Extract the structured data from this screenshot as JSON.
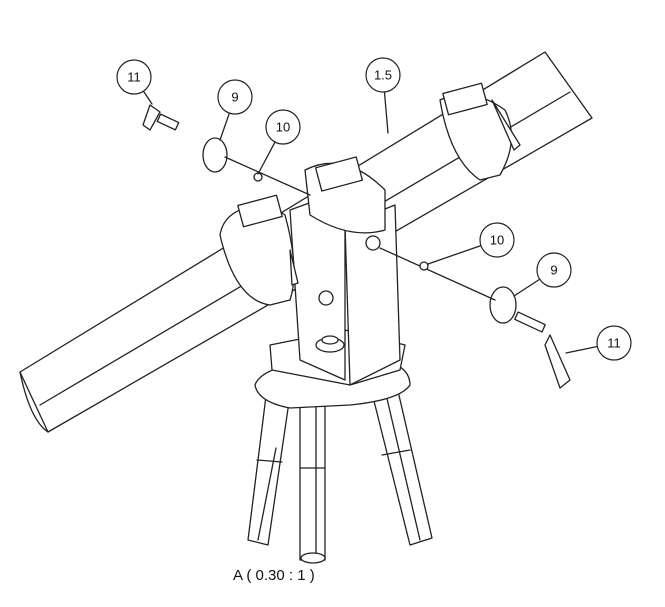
{
  "balloons": [
    {
      "label": "11"
    },
    {
      "label": "9"
    },
    {
      "label": "10"
    },
    {
      "label": "1.5"
    },
    {
      "label": "10"
    },
    {
      "label": "9"
    },
    {
      "label": "11"
    }
  ],
  "caption": "A ( 0.30 : 1 )"
}
